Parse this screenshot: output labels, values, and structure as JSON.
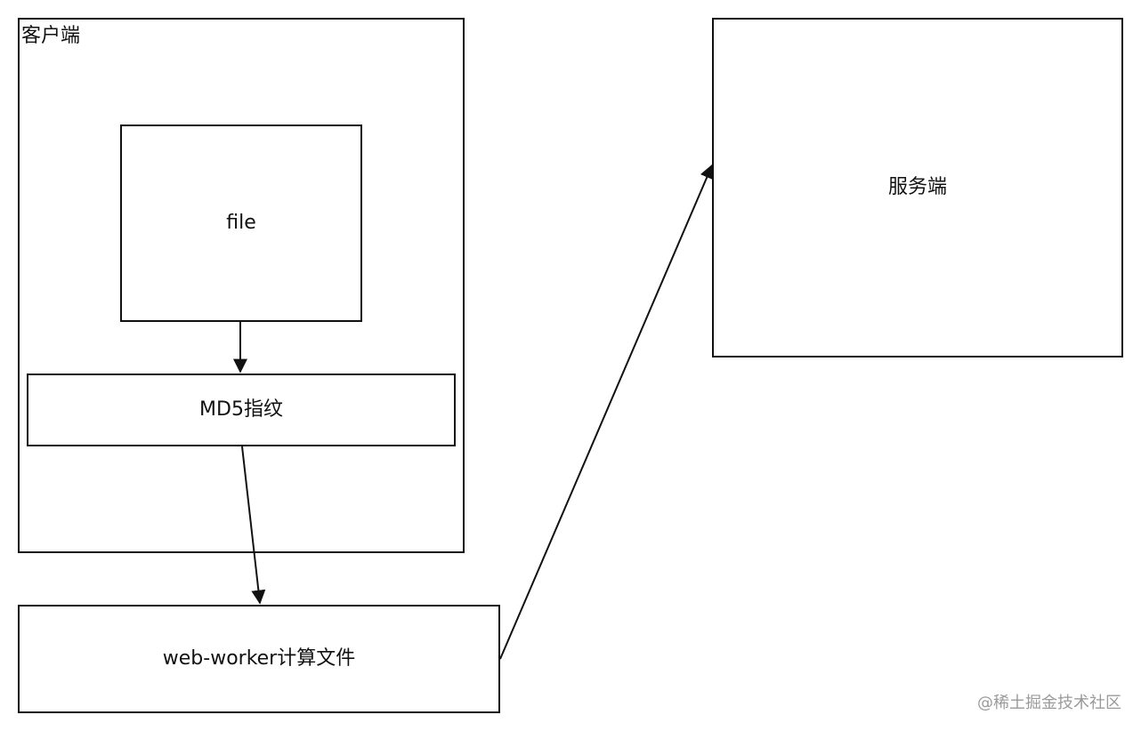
{
  "diagram": {
    "client": {
      "label": "客户端"
    },
    "file": {
      "label": "file"
    },
    "md5": {
      "label": "MD5指纹"
    },
    "worker": {
      "label": "web-worker计算文件"
    },
    "server": {
      "label": "服务端"
    },
    "edges": [
      {
        "from": "file",
        "to": "md5"
      },
      {
        "from": "md5",
        "to": "worker"
      },
      {
        "from": "worker",
        "to": "server"
      }
    ]
  },
  "watermark": {
    "text": "@稀土掘金技术社区"
  }
}
